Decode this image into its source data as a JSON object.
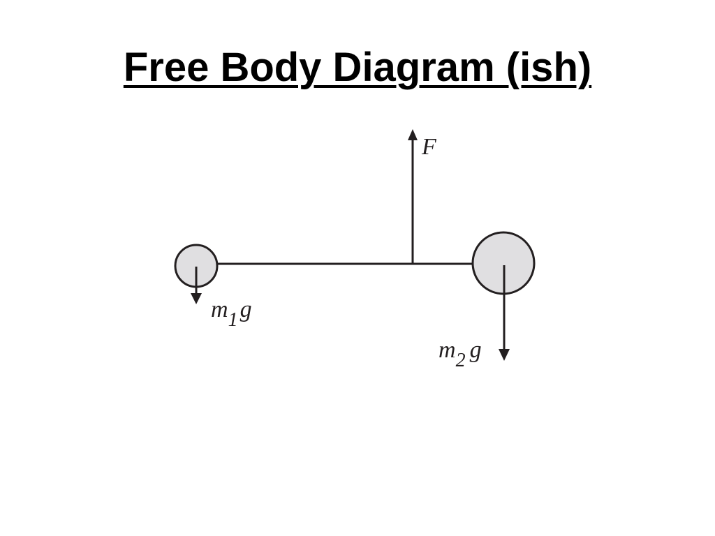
{
  "title": "Free Body Diagram (ish)",
  "labels": {
    "force": "F",
    "m1g": {
      "m": "m",
      "sub": "1",
      "g": "g"
    },
    "m2g": {
      "m": "m",
      "sub": "2",
      "g": "g"
    }
  },
  "colors": {
    "line": "#231f20",
    "mass_fill": "#e0dfe1",
    "title": "#000000"
  }
}
